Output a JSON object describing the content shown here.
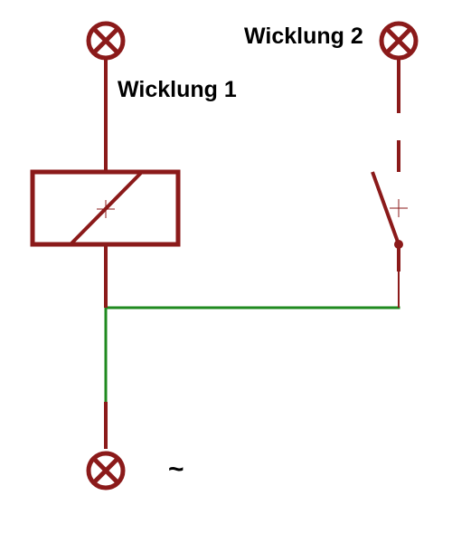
{
  "labels": {
    "winding_1": "Wicklung 1",
    "winding_2": "Wicklung 2",
    "ac_symbol": "~"
  },
  "colors": {
    "component": "#8b1a1a",
    "connection_wire": "#1f8a1f",
    "label_text": "#000000",
    "background": "#ffffff"
  },
  "components": {
    "terminals": [
      "terminal-winding-1",
      "terminal-winding-2",
      "terminal-ac"
    ],
    "relay_coil": "relay-coil",
    "switch_contact": "switch-contact"
  }
}
